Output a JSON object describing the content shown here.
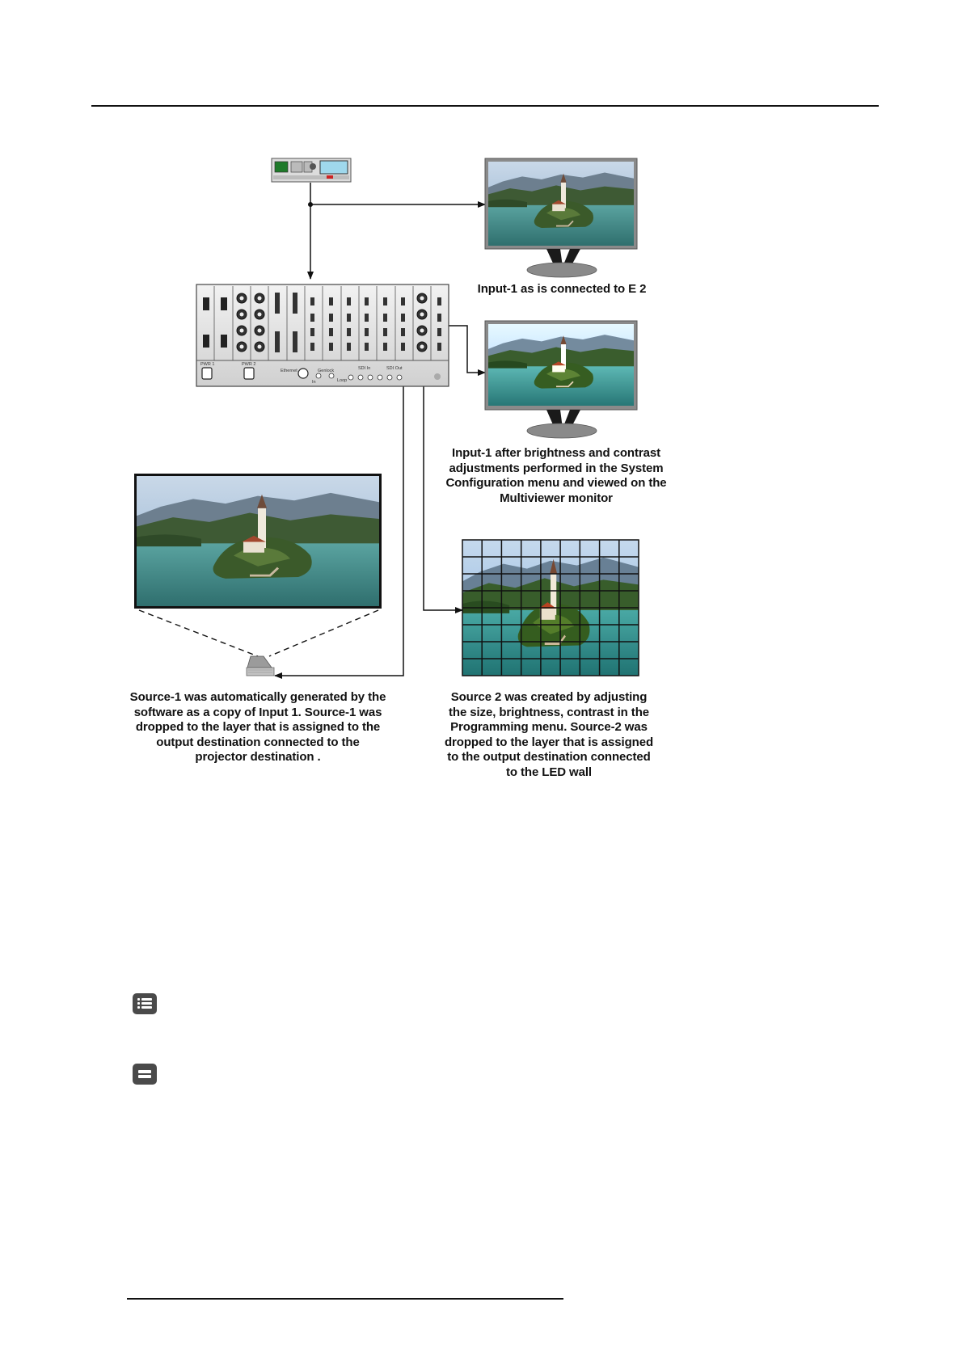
{
  "captions": {
    "monitor_top": "Input-1 as is connected to E 2",
    "monitor_mid": "Input-1 after brightness and contrast\nadjustments performed in the System\nConfiguration menu and viewed on the\nMultiviewer monitor",
    "projector": "Source-1 was automatically generated by the\nsoftware as a copy of Input   1. Source-1 was\ndropped to the layer that is assigned to the\noutput destination connected to the\nprojector destination .",
    "led_wall": "Source 2 was created by adjusting\nthe size, brightness, contrast in the\nProgramming menu. Source-2 was\ndropped to the  layer that is assigned\nto the output destination connected\nto the LED wall"
  },
  "chassis_labels": {
    "pwr1": "PWR 1",
    "pwr2": "PWR 2",
    "ethernet": "Ethernet",
    "genlock": "Genlock",
    "in": "In",
    "loop": "Loop",
    "sdi_in": "SDI In",
    "sdi_out": "SDI Out"
  },
  "icons": {
    "list": "list-icon",
    "menu": "menu-icon"
  },
  "colors": {
    "frame": "#111111",
    "screen_border": "#8a8a8a",
    "chassis": "#e6e6e6",
    "water": "#3f8a86",
    "forest": "#3b5a2a",
    "sky": "#a9c3dd"
  }
}
